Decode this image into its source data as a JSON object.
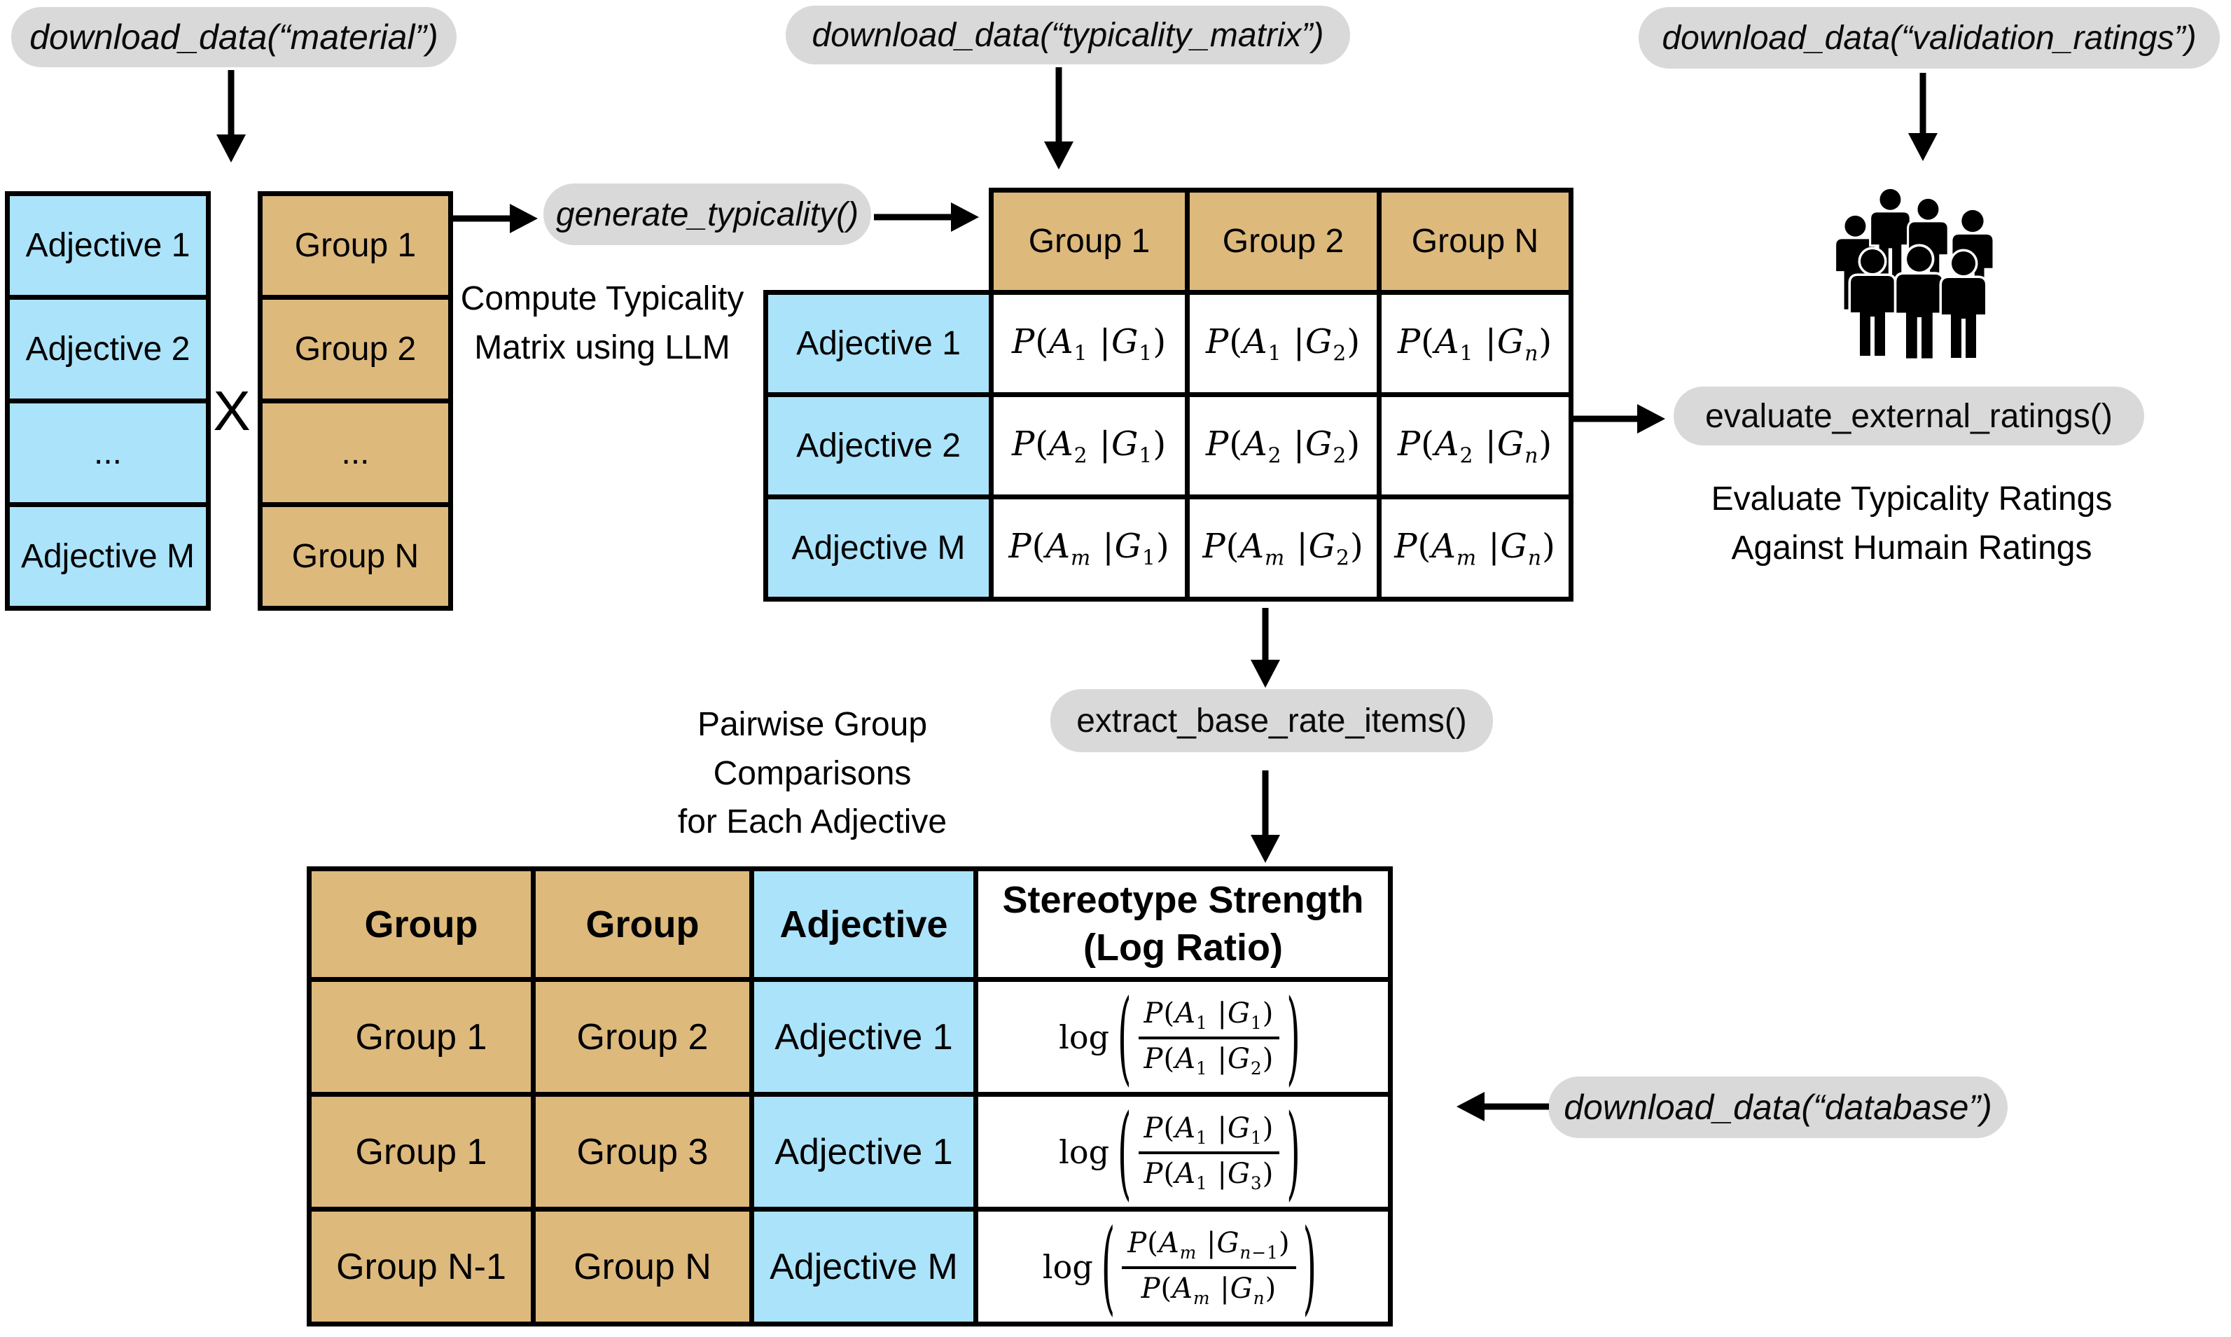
{
  "badges": {
    "material": "download_data(“material”)",
    "typicality_matrix": "download_data(“typicality_matrix”)",
    "validation_ratings": "download_data(“validation_ratings”)",
    "generate_typicality": "generate_typicality()",
    "evaluate_external_ratings": "evaluate_external_ratings()",
    "extract_base_rate_items": "extract_base_rate_items()",
    "database": "download_data(“database”)"
  },
  "captions": {
    "compute_line1": "Compute Typicality",
    "compute_line2": "Matrix using LLM",
    "pairwise_line1": "Pairwise Group Comparisons",
    "pairwise_line2": "for Each Adjective",
    "evaluate_line1": "Evaluate Typicality Ratings",
    "evaluate_line2": "Against Humain Ratings"
  },
  "cross_operator": "X",
  "adjective_list": {
    "rows": [
      "Adjective 1",
      "Adjective 2",
      "...",
      "Adjective M"
    ]
  },
  "group_list": {
    "rows": [
      "Group 1",
      "Group 2",
      "...",
      "Group N"
    ]
  },
  "typicality_table": {
    "col_headers": [
      "Group 1",
      "Group 2",
      "Group N"
    ],
    "row_headers": [
      "Adjective 1",
      "Adjective 2",
      "Adjective M"
    ],
    "cells": [
      [
        "P(A_1 |G_1)",
        "P(A_1 |G_2)",
        "P(A_1 |G_n)"
      ],
      [
        "P(A_2 |G_1)",
        "P(A_2 |G_2)",
        "P(A_2 |G_n)"
      ],
      [
        "P(A_m |G_1)",
        "P(A_m |G_2)",
        "P(A_m |G_n)"
      ]
    ]
  },
  "base_rate_table": {
    "headers": [
      "Group",
      "Group",
      "Adjective"
    ],
    "header_strength_line1": "Stereotype Strength",
    "header_strength_line2": "(Log Ratio)",
    "log_label": "log",
    "rows": [
      {
        "group_a": "Group 1",
        "group_b": "Group 2",
        "adjective": "Adjective 1",
        "ratio_num": "P(A_1 |G_1)",
        "ratio_den": "P(A_1 |G_2)"
      },
      {
        "group_a": "Group 1",
        "group_b": "Group 3",
        "adjective": "Adjective 1",
        "ratio_num": "P(A_1 |G_1)",
        "ratio_den": "P(A_1 |G_3)"
      },
      {
        "group_a": "Group N-1",
        "group_b": "Group N",
        "adjective": "Adjective M",
        "ratio_num": "P(A_m |G_{n-1})",
        "ratio_den": "P(A_m |G_n)"
      }
    ]
  },
  "icons": {
    "crowd": "people-group-icon"
  },
  "colors": {
    "blue": "#abe3fa",
    "tan": "#ddb97c",
    "badge_gray": "#d9d9d9",
    "line": "#000000"
  }
}
